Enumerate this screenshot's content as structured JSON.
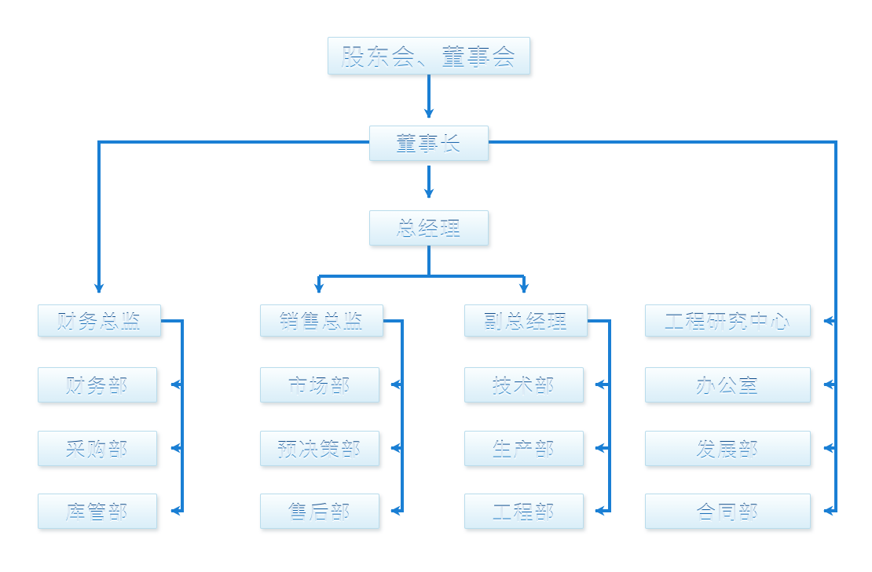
{
  "diagram": {
    "type": "organization-chart",
    "title": "",
    "accent_color": "#1a7fd4",
    "box_border_color": "#b9dcec",
    "box_fill_top": "#fbfeff",
    "box_fill_bottom": "#daeef8",
    "text_color": "#1a5fa8"
  },
  "nodes": {
    "root": {
      "label": "股东会、董事会"
    },
    "chairman": {
      "label": "董事长"
    },
    "general_manager": {
      "label": "总经理"
    },
    "finance_director": {
      "label": "财务总监"
    },
    "sales_director": {
      "label": "销售总监"
    },
    "deputy_gm": {
      "label": "副总经理"
    },
    "eng_research_center": {
      "label": "工程研究中心"
    }
  },
  "columns": [
    {
      "key": "finance",
      "head": "财务总监",
      "departments": [
        "财务部",
        "采购部",
        "库管部"
      ]
    },
    {
      "key": "sales",
      "head": "销售总监",
      "departments": [
        "市场部",
        "预决策部",
        "售后部"
      ]
    },
    {
      "key": "operations",
      "head": "副总经理",
      "departments": [
        "技术部",
        "生产部",
        "工程部"
      ]
    },
    {
      "key": "engineering",
      "head": "工程研究中心",
      "departments": [
        "办公室",
        "发展部",
        "合同部"
      ]
    }
  ],
  "connectors": [
    {
      "from": "股东会、董事会",
      "to": "董事长",
      "style": "arrow-down"
    },
    {
      "from": "董事长",
      "to": "总经理",
      "style": "arrow-down"
    },
    {
      "from": "董事长",
      "to": "财务总监",
      "style": "elbow-left-down-arrow"
    },
    {
      "from": "董事长",
      "to": "工程研究中心",
      "style": "elbow-right-down-arrow-left"
    },
    {
      "from": "总经理",
      "to": "销售总监",
      "style": "tee-down-arrow"
    },
    {
      "from": "总经理",
      "to": "副总经理",
      "style": "tee-down-arrow"
    },
    {
      "from": "财务总监",
      "to": "财务部",
      "style": "spine-arrow-left"
    },
    {
      "from": "财务总监",
      "to": "采购部",
      "style": "spine-arrow-left"
    },
    {
      "from": "财务总监",
      "to": "库管部",
      "style": "spine-arrow-left"
    },
    {
      "from": "销售总监",
      "to": "市场部",
      "style": "spine-arrow-left"
    },
    {
      "from": "销售总监",
      "to": "预决策部",
      "style": "spine-arrow-left"
    },
    {
      "from": "销售总监",
      "to": "售后部",
      "style": "spine-arrow-left"
    },
    {
      "from": "副总经理",
      "to": "技术部",
      "style": "spine-arrow-left"
    },
    {
      "from": "副总经理",
      "to": "生产部",
      "style": "spine-arrow-left"
    },
    {
      "from": "副总经理",
      "to": "工程部",
      "style": "spine-arrow-left"
    },
    {
      "from": "工程研究中心",
      "to": "办公室",
      "style": "spine-arrow-left"
    },
    {
      "from": "工程研究中心",
      "to": "发展部",
      "style": "spine-arrow-left"
    },
    {
      "from": "工程研究中心",
      "to": "合同部",
      "style": "spine-arrow-left"
    }
  ]
}
